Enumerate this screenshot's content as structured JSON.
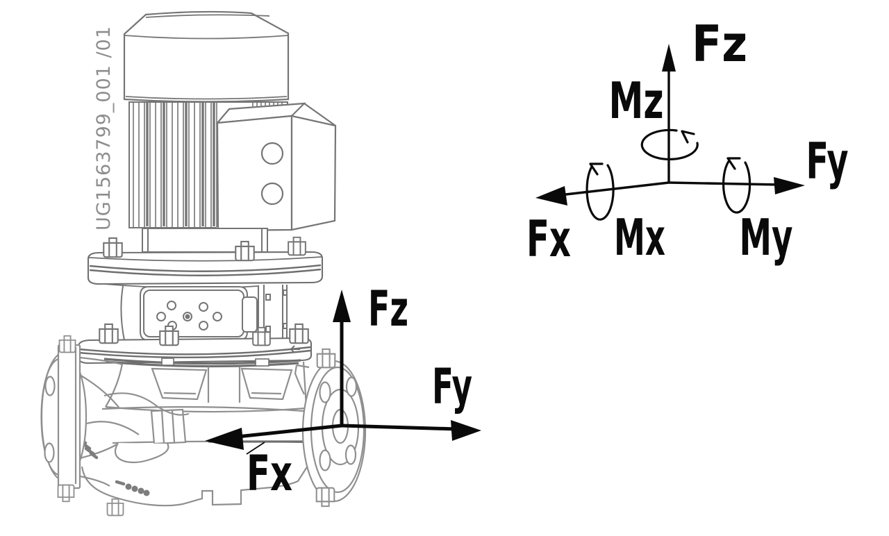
{
  "background": "#ffffff",
  "colors": {
    "motor_line": "#757575",
    "pump_line": "#8f8f8f",
    "dark_line": "#6f6f6f",
    "id_text": "#8d8d8d",
    "axis": "#0a0a0a"
  },
  "pump_drawing": {
    "id_label": "UG1563799_001 /01",
    "axis_labels": {
      "fz": "Fz",
      "fy": "Fy",
      "fx": "Fx"
    }
  },
  "coordinate_diagram": {
    "force_labels": {
      "fz": "Fz",
      "fy": "Fy",
      "fx": "Fx"
    },
    "moment_labels": {
      "mz": "Mz",
      "mx": "Mx",
      "my": "My"
    }
  }
}
